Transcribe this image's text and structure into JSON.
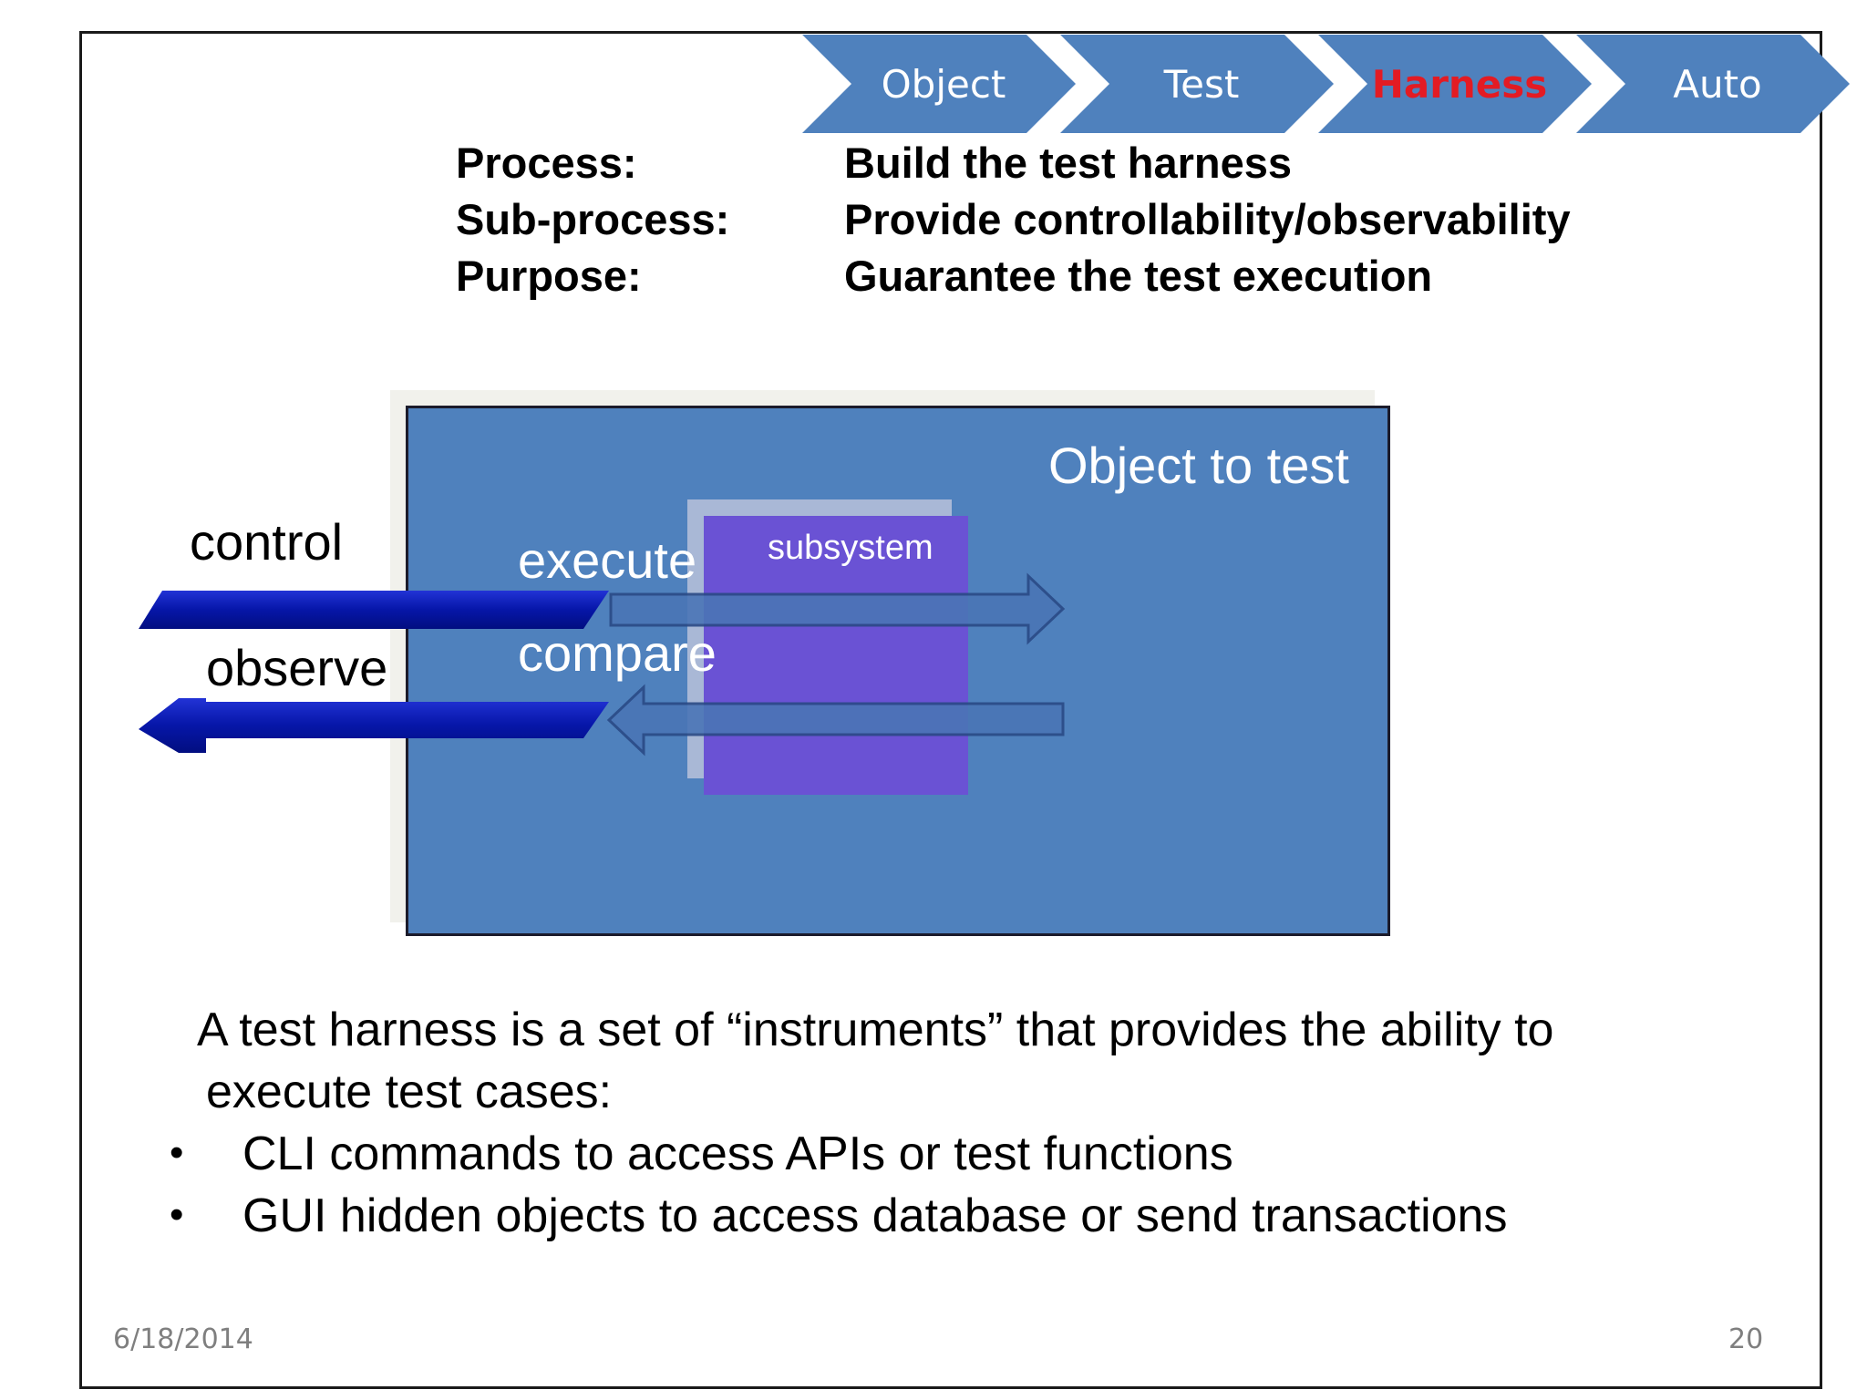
{
  "steps": [
    {
      "label": "Object",
      "active": false
    },
    {
      "label": "Test",
      "active": false
    },
    {
      "label": "Harness",
      "active": true
    },
    {
      "label": "Auto",
      "active": false
    }
  ],
  "info": {
    "process_label": "Process:",
    "process_value": "Build the test harness",
    "subprocess_label": "Sub-process:",
    "subprocess_value": "Provide controllability/observability",
    "purpose_label": "Purpose:",
    "purpose_value": "Guarantee the test execution"
  },
  "diagram": {
    "object_title": "Object to test",
    "subsystem_label": "subsystem",
    "control_label": "control",
    "observe_label": "observe",
    "execute_label": "execute",
    "compare_label": "compare"
  },
  "body": {
    "intro_line1": "A test harness is a set of “instruments” that provides the ability to",
    "intro_line2": "execute test cases:",
    "bullet_char": "•",
    "bullets": [
      "CLI commands to access APIs or test functions",
      "GUI hidden objects to access database or send transactions"
    ]
  },
  "footer": {
    "date": "6/18/2014",
    "page": "20"
  },
  "colors": {
    "chevron": "#4f81bd",
    "active_step": "#e31b23",
    "object_box": "#4f81bd",
    "subsystem": "#6a52d4",
    "arrow": "#0a1aa8"
  }
}
